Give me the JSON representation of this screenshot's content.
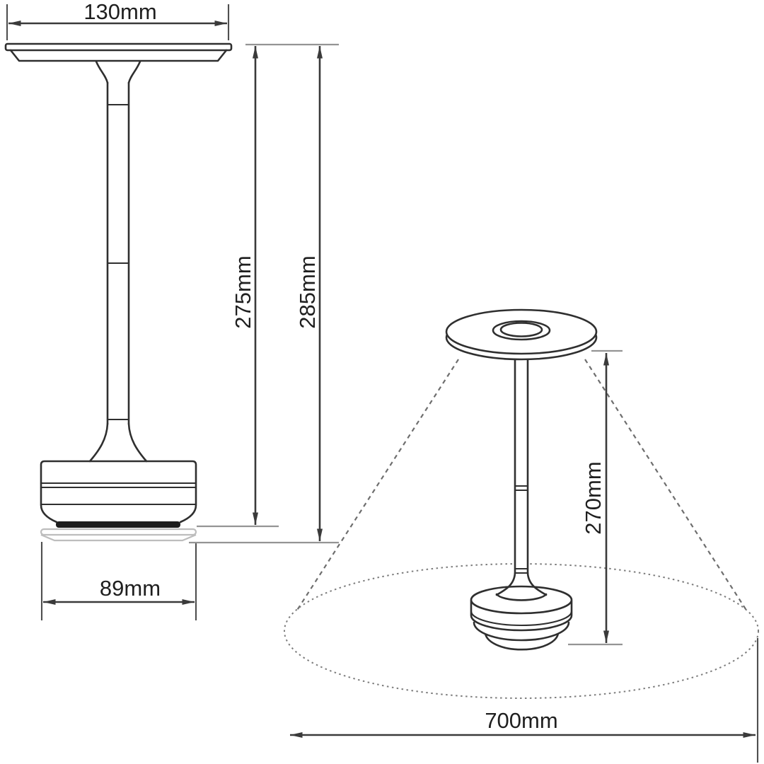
{
  "colors": {
    "background": "#ffffff",
    "outline": "#2f2f2f",
    "dimension_line": "#3a3a3a",
    "extension_line": "#4f4f4f",
    "reference_line": "#949494",
    "ghost_line": "#bdbdbd",
    "dashed_cone": "#6e6e6e",
    "dotted_circle": "#7d7d7d",
    "base_band": "#1d1d1d",
    "text": "#1f1f1f"
  },
  "front_view": {
    "head_width": {
      "label": "130mm",
      "value_mm": 130
    },
    "lamp_height": {
      "label": "275mm",
      "value_mm": 275
    },
    "overall_height": {
      "label": "285mm",
      "value_mm": 285
    },
    "base_width": {
      "label": "89mm",
      "value_mm": 89
    }
  },
  "perspective_view": {
    "lamp_height": {
      "label": "270mm",
      "value_mm": 270
    },
    "light_circle_diameter": {
      "label": "700mm",
      "value_mm": 700
    }
  }
}
